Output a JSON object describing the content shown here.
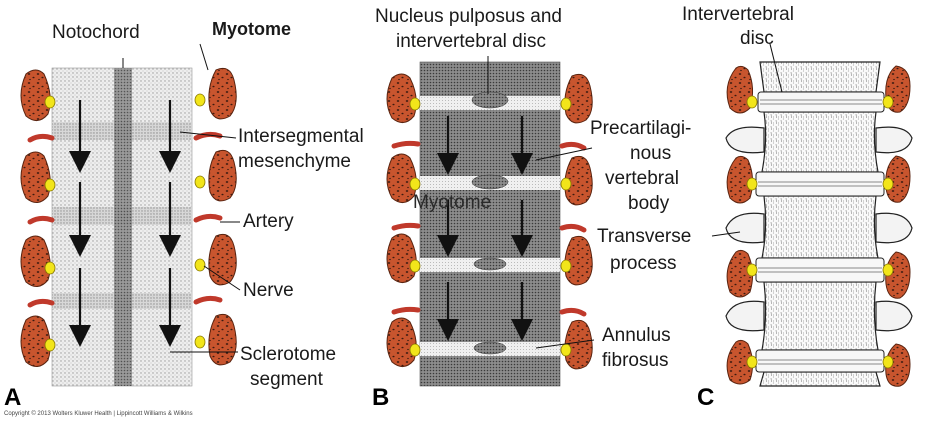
{
  "panels": {
    "a": "A",
    "b": "B",
    "c": "C"
  },
  "panel_a": {
    "notochord": "Notochord",
    "myotome": "Myotome",
    "intersegmental_line1": "Intersegmental",
    "intersegmental_line2": "mesenchyme",
    "artery": "Artery",
    "nerve": "Nerve",
    "sclerotome_line1": "Sclerotome",
    "sclerotome_line2": "segment"
  },
  "panel_b": {
    "nucleus_line1": "Nucleus pulposus and",
    "nucleus_line2": "intervertebral disc",
    "precart_line1": "Precartilagi-",
    "precart_line2": "nous",
    "precart_line3": "vertebral",
    "precart_line4": "body",
    "myotome": "Myotome",
    "annulus_line1": "Annulus",
    "annulus_line2": "fibrosus"
  },
  "panel_c": {
    "disc_line1": "Intervertebral",
    "disc_line2": "disc",
    "transverse_line1": "Transverse",
    "transverse_line2": "process"
  },
  "copyright": "Copyright © 2013 Wolters Kluwer Health | Lippincott Williams & Wilkins",
  "colors": {
    "myotome_fill": "#c8552e",
    "myotome_spots": "#3a1a10",
    "nerve_yellow": "#f2e51a",
    "artery_red": "#c0392b",
    "sclerotome_light": "#e6e6e6",
    "sclerotome_dark": "#8a8a8a"
  }
}
